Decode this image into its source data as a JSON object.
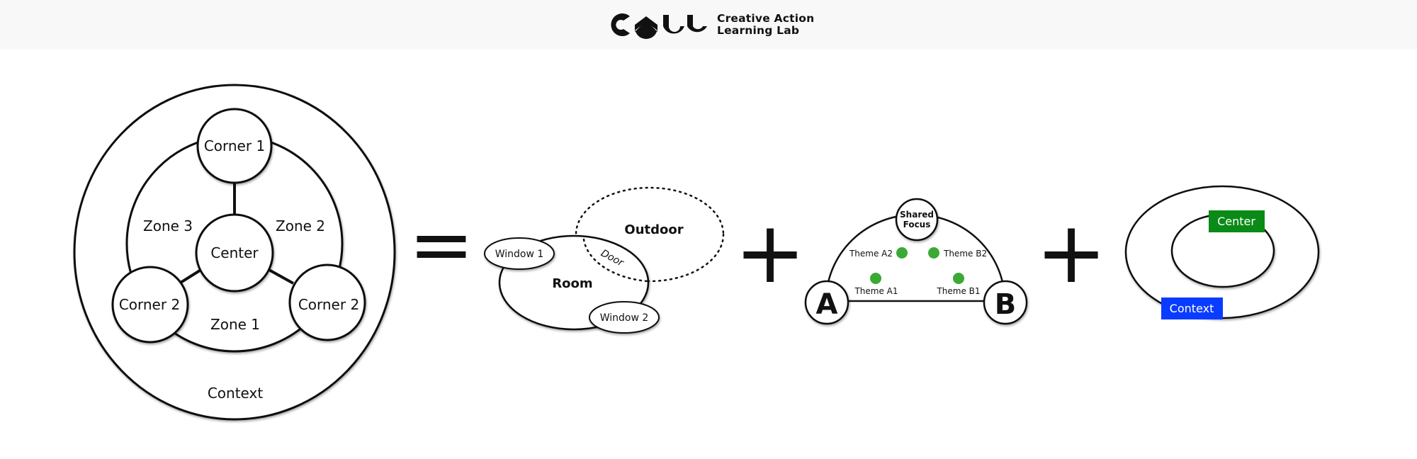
{
  "brand": {
    "logo_icon": "call-logo-icon",
    "line1": "Creative Action",
    "line2": "Learning Lab"
  },
  "model": {
    "corner_top": "Corner 1",
    "corner_left": "Corner 2",
    "corner_right": "Corner 2",
    "center": "Center",
    "zone_left": "Zone 3",
    "zone_right": "Zone 2",
    "zone_bottom": "Zone 1",
    "context": "Context"
  },
  "equals_sign": "=",
  "plus_sign": "+",
  "room": {
    "room": "Room",
    "outdoor": "Outdoor",
    "door": "Door",
    "window1": "Window 1",
    "window2": "Window 2"
  },
  "focus": {
    "shared_line1": "Shared",
    "shared_line2": "Focus",
    "person_a": "A",
    "person_b": "B",
    "theme_a2": "Theme A2",
    "theme_b2": "Theme B2",
    "theme_a1": "Theme A1",
    "theme_b1": "Theme B1",
    "theme_color": "#3aaa35"
  },
  "ring": {
    "center": "Center",
    "context": "Context",
    "center_color": "#0a8a16",
    "context_color": "#0a3cff"
  }
}
